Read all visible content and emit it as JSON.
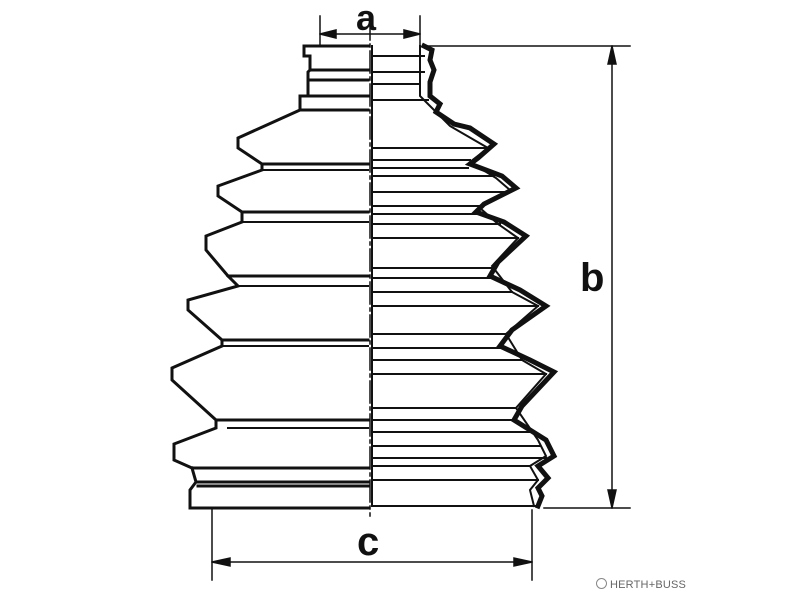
{
  "diagram": {
    "dimension_labels": {
      "a": "a",
      "b": "b",
      "c": "c"
    },
    "watermark": "HERTH+BUSS"
  }
}
